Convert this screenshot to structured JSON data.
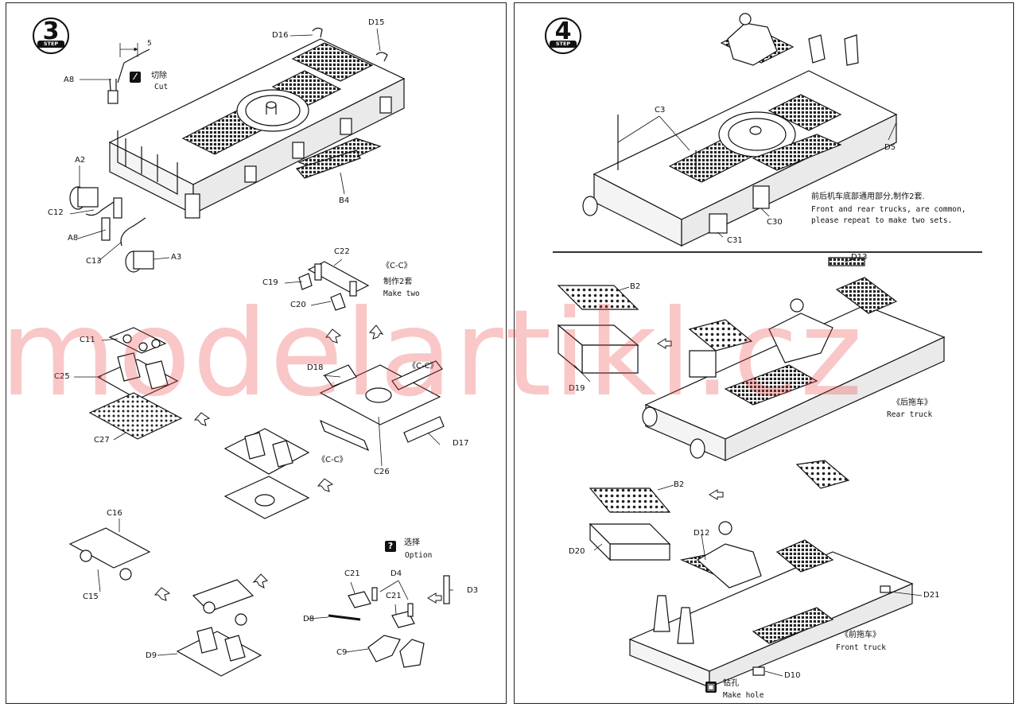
{
  "colors": {
    "watermark": "#ec4646",
    "ink": "#111111"
  },
  "watermark": "modelartikl.cz",
  "step3": {
    "number": "3",
    "word": "STEP",
    "dimension": "5",
    "cut_cn": "切除",
    "cut_en": "Cut",
    "make_two_cn": "制作2套",
    "make_two_en": "Make two",
    "cc": "《C-C》",
    "option_cn": "选择",
    "option_en": "Option",
    "option_icon": "?",
    "parts": {
      "A8a": "A8",
      "A8b": "A8",
      "A2": "A2",
      "A3": "A3",
      "C12": "C12",
      "C13": "C13",
      "D16": "D16",
      "D15": "D15",
      "B4": "B4",
      "C22": "C22",
      "C19": "C19",
      "C20": "C20",
      "C11": "C11",
      "C25": "C25",
      "C27": "C27",
      "D18": "D18",
      "D17": "D17",
      "C26": "C26",
      "C16": "C16",
      "C15": "C15",
      "D9": "D9",
      "C21": "C21",
      "D4": "D4",
      "D3": "D3",
      "D8": "D8",
      "C9": "C9"
    }
  },
  "step4": {
    "number": "4",
    "word": "STEP",
    "note_cn": "前后机车底部通用部分,制作2套.",
    "note_en1": "Front and rear trucks, are common,",
    "note_en2": "please repeat to make two sets.",
    "rear_cn": "《后拖车》",
    "rear_en": "Rear truck",
    "front_cn": "《前拖车》",
    "front_en": "Front truck",
    "hole_cn": "钻孔",
    "hole_en": "Make hole",
    "parts": {
      "C3": "C3",
      "D5": "D5",
      "C30": "C30",
      "C31": "C31",
      "D13": "D13",
      "B2a": "B2",
      "D19": "D19",
      "B2b": "B2",
      "D20": "D20",
      "D12": "D12",
      "D21": "D21",
      "D10": "D10"
    }
  }
}
